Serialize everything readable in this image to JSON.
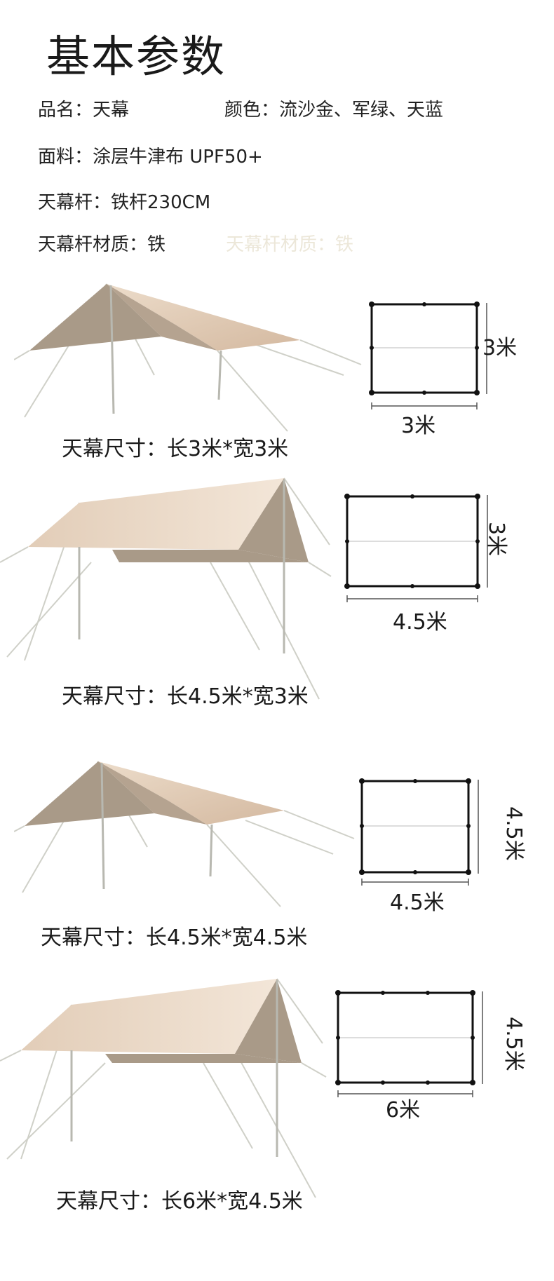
{
  "header": {
    "title": "基本参数"
  },
  "specs": {
    "name": "品名：天幕",
    "color": "颜色：流沙金、军绿、天蓝",
    "fabric": "面料：涂层牛津布   UPF50+",
    "pole": "天幕杆：铁杆230CM",
    "pole_material": "天幕杆材质：铁",
    "pole_material_ghost": "天幕杆材质：铁"
  },
  "products": [
    {
      "caption": "天幕尺寸：长3米*宽3米",
      "length_label": "3米",
      "width_label": "3米"
    },
    {
      "caption": "天幕尺寸：长4.5米*宽3米",
      "length_label": "4.5米",
      "width_label": "3米"
    },
    {
      "caption": "天幕尺寸：长4.5米*宽4.5米",
      "length_label": "4.5米",
      "width_label": "4.5米"
    },
    {
      "caption": "天幕尺寸：长6米*宽4.5米",
      "length_label": "6米",
      "width_label": "4.5米"
    }
  ],
  "colors": {
    "fabric_top": "#d9c3ad",
    "fabric_shade": "#a99a88",
    "pole": "#b8b8b0",
    "rope": "#cfd0c8"
  }
}
